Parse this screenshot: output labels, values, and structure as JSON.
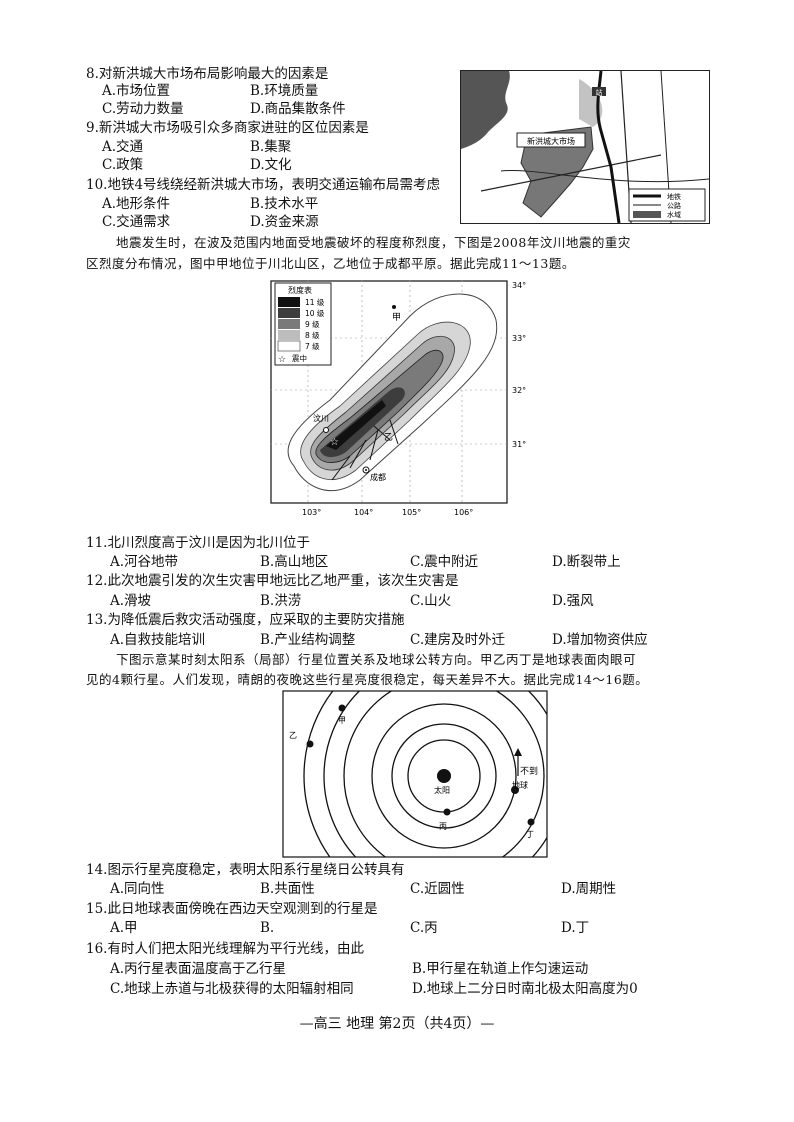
{
  "questions_top": [
    {
      "id": "q8",
      "text": "8.对新洪城大市场布局影响最大的因素是",
      "a": "A.市场位置",
      "b": "B.环境质量",
      "c": "C.劳动力数量",
      "d": "D.商品集散条件"
    },
    {
      "id": "q9",
      "text": "9.新洪城大市场吸引众多商家进驻的区位因素是",
      "a": "A.交通",
      "b": "B.集聚",
      "c": "C.政策",
      "d": "D.文化"
    },
    {
      "id": "q10",
      "text": "10.地铁4号线绕经新洪城大市场，表明交通运输布局需考虑",
      "a": "A.地形条件",
      "b": "B.技术水平",
      "c": "C.交通需求",
      "d": "D.资金来源"
    }
  ],
  "market_map": {
    "label_market": "新洪城大市场",
    "label_station": "站",
    "legend": [
      "地铁",
      "公路",
      "水域"
    ]
  },
  "intro_quake": {
    "line1": "地震发生时，在波及范围内地面受地震破坏的程度称烈度，下图是2008年汶川地震的重灾",
    "line2": "区烈度分布情况，图中甲地位于川北山区，乙地位于成都平原。据此完成11～13题。"
  },
  "quake_map": {
    "legend_title": "烈度表",
    "legend": [
      "11 级",
      "10 级",
      "9 级",
      "8 级",
      "7 级"
    ],
    "epicenter_label": "震中",
    "lat_labels": [
      "34°",
      "33°",
      "32°",
      "31°"
    ],
    "lon_labels": [
      "103°",
      "104°",
      "105°",
      "106°"
    ],
    "place_jia": "甲",
    "place_yi": "乙",
    "place_wenchuan": "汶川",
    "place_chengdu": "成都"
  },
  "questions_mid": [
    {
      "id": "q11",
      "text": "11.北川烈度高于汶川是因为北川位于",
      "a": "A.河谷地带",
      "b": "B.高山地区",
      "c": "C.震中附近",
      "d": "D.断裂带上"
    },
    {
      "id": "q12",
      "text": "12.此次地震引发的次生灾害甲地远比乙地严重，该次生灾害是",
      "a": "A.滑坡",
      "b": "B.洪涝",
      "c": "C.山火",
      "d": "D.强风"
    },
    {
      "id": "q13",
      "text": "13.为降低震后救灾活动强度，应采取的主要防灾措施",
      "a": "A.自救技能培训",
      "b": "B.产业结构调整",
      "c": "C.建房及时外迁",
      "d": "D.增加物资供应"
    }
  ],
  "intro_solar": {
    "line1": "下图示意某时刻太阳系（局部）行星位置关系及地球公转方向。甲乙丙丁是地球表面肉眼可",
    "line2": "见的4颗行星。人们发现，晴朗的夜晚这些行星亮度很稳定，每天差异不大。据此完成14～16题。"
  },
  "solar_map": {
    "sun": "太阳",
    "earth": "地球",
    "jia": "甲",
    "yi": "乙",
    "bing": "丙",
    "ding": "丁",
    "dir_marks": "不到"
  },
  "questions_bottom": [
    {
      "id": "q14",
      "text": "14.图示行星亮度稳定，表明太阳系行星绕日公转具有",
      "a": "A.同向性",
      "b": "B.共面性",
      "c": "C.近圆性",
      "d": "D.周期性"
    },
    {
      "id": "q15",
      "text": "15.此日地球表面傍晚在西边天空观测到的行星是",
      "a": "A.甲",
      "b": "B.",
      "c": "C.丙",
      "d": "D.丁"
    }
  ],
  "q16": {
    "text": "16.有时人们把太阳光线理解为平行光线，由此",
    "a": "A.丙行星表面温度高于乙行星",
    "b": "B.甲行星在轨道上作匀速运动",
    "c": "C.地球上赤道与北极获得的太阳辐射相同",
    "d": "D.地球上二分日时南北极太阳高度为0"
  },
  "footer": "—高三  地理  第2页（共4页）—"
}
